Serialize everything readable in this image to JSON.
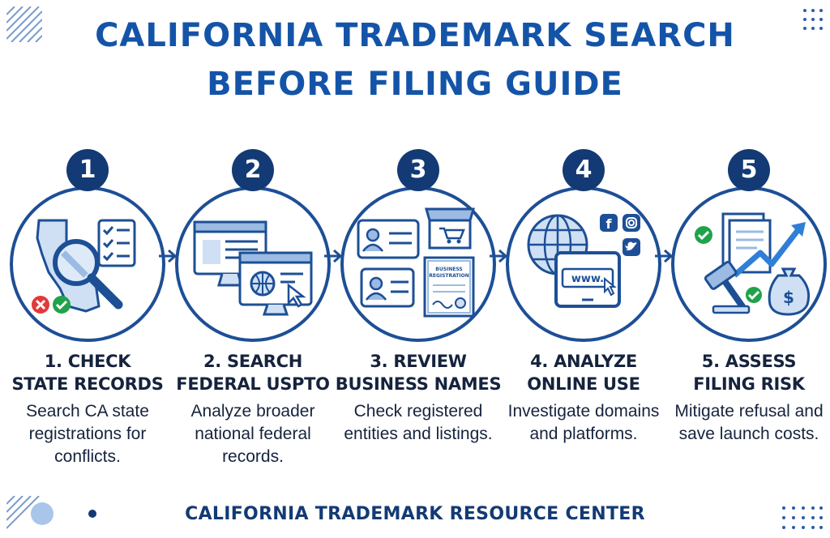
{
  "title": {
    "line1": "CALIFORNIA TRADEMARK SEARCH",
    "line2": "BEFORE FILING GUIDE"
  },
  "steps": [
    {
      "number": "1",
      "heading_line1": "1. CHECK",
      "heading_line2": "STATE RECORDS",
      "description": "Search CA state registrations for conflicts.",
      "illustration": "california-map-magnifier-checklist-icon"
    },
    {
      "number": "2",
      "heading_line1": "2. SEARCH",
      "heading_line2": "FEDERAL USPTO",
      "description": "Analyze broader national federal records.",
      "illustration": "monitors-globe-cursor-icon"
    },
    {
      "number": "3",
      "heading_line1": "3. REVIEW",
      "heading_line2": "BUSINESS NAMES",
      "description": "Check registered entities and listings.",
      "illustration": "id-cards-storefront-certificate-icon",
      "certificate_text_line1": "BUSINESS",
      "certificate_text_line2": "REGISTRATION"
    },
    {
      "number": "4",
      "heading_line1": "4. ANALYZE",
      "heading_line2": "ONLINE USE",
      "description": "Investigate domains and platforms.",
      "illustration": "globe-tablet-social-icons",
      "tablet_text": "www."
    },
    {
      "number": "5",
      "heading_line1": "5. ASSESS",
      "heading_line2": "FILING RISK",
      "description": "Mitigate refusal and save launch costs.",
      "illustration": "gavel-chart-moneybag-icon"
    }
  ],
  "footer": "CALIFORNIA TRADEMARK RESOURCE CENTER",
  "colors": {
    "title": "#1454a8",
    "badge": "#133a74",
    "ring": "#1d4f96",
    "icon_fill": "#cfe0f4",
    "text": "#16233d",
    "check_green": "#1fa34a",
    "cross_red": "#e23a3a"
  }
}
